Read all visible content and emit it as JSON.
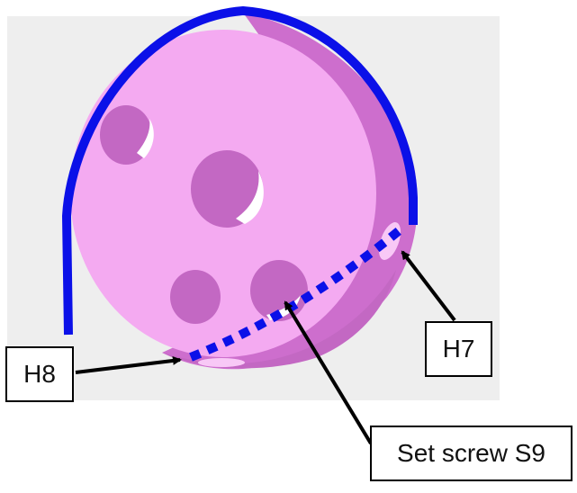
{
  "figure": {
    "background_color": "#eeeeee",
    "cylinder_face_color": "#f4aaf1",
    "cylinder_side_color": "#cd6ecd",
    "hole_color": "#c368c3",
    "highlight_color": "#ffffff",
    "wire_color": "#0b10e8",
    "arrow_color": "#000000"
  },
  "labels": {
    "h8": "H8",
    "h7": "H7",
    "set_screw": "Set screw S9"
  }
}
